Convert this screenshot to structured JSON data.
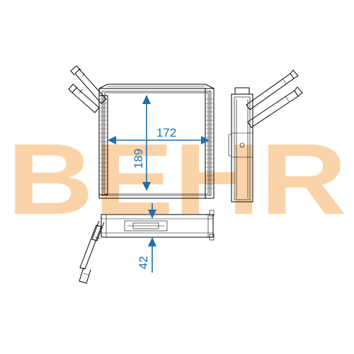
{
  "watermark": {
    "text": "BEHR",
    "color": "#fbd3a8"
  },
  "dimensions": {
    "width_label": "172",
    "height_label": "189",
    "depth_label": "42",
    "color": "#1f6fae"
  }
}
